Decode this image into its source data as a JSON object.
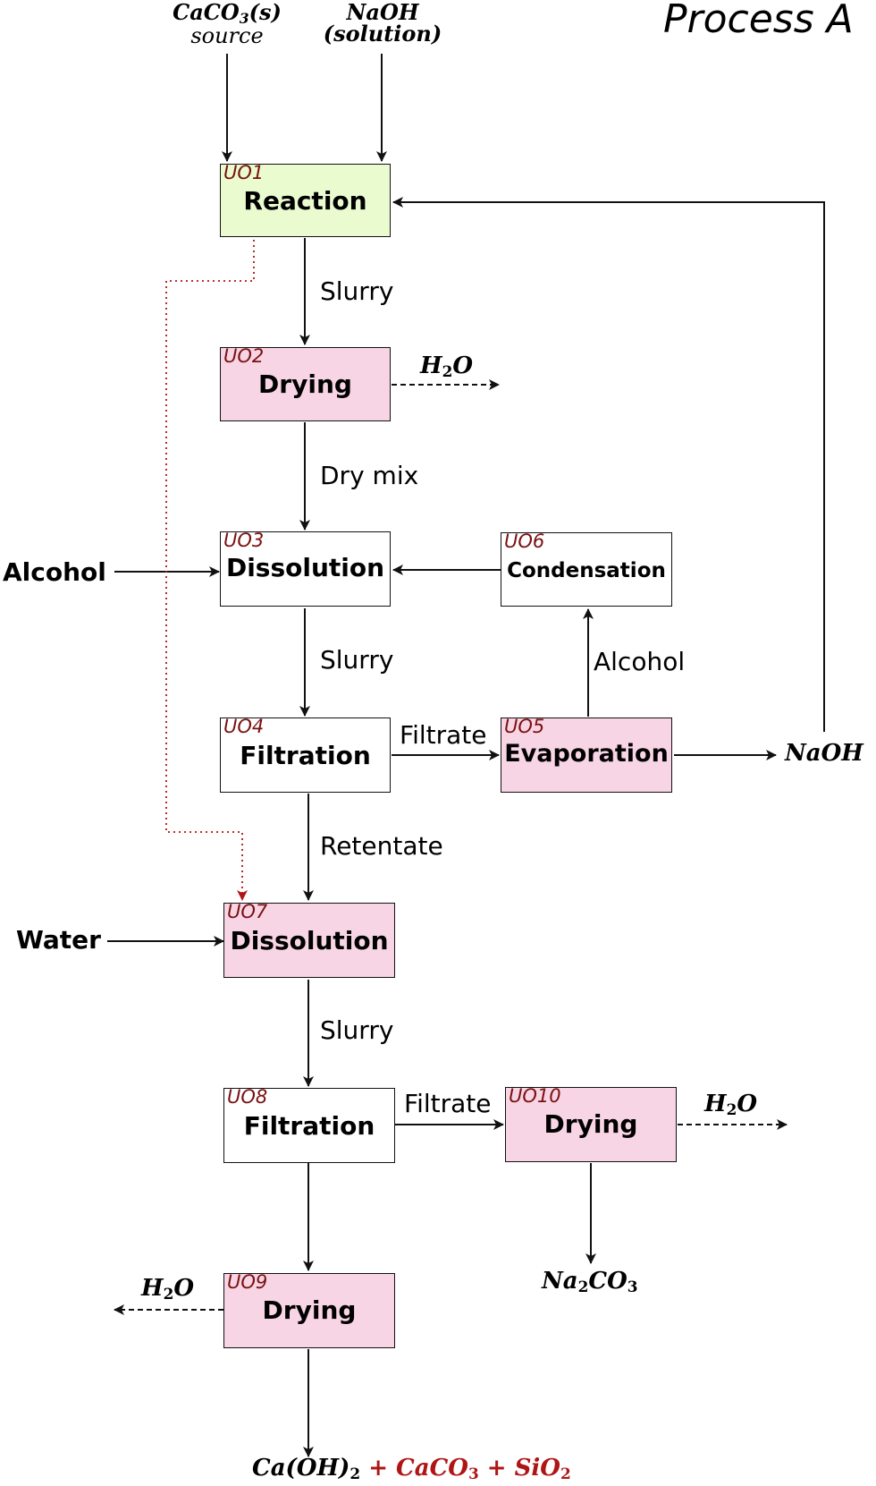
{
  "title": "Process A",
  "inputs": {
    "caco3_formula": "CaCO",
    "caco3_sub": "3",
    "caco3_state": "(s)",
    "caco3_note": "source",
    "naoh": "NaOH",
    "naoh_note": "(solution)"
  },
  "units": [
    {
      "id": "UO1",
      "name": "Reaction"
    },
    {
      "id": "UO2",
      "name": "Drying"
    },
    {
      "id": "UO3",
      "name": "Dissolution"
    },
    {
      "id": "UO4",
      "name": "Filtration"
    },
    {
      "id": "UO5",
      "name": "Evaporation"
    },
    {
      "id": "UO6",
      "name": "Condensation"
    },
    {
      "id": "UO7",
      "name": "Dissolution"
    },
    {
      "id": "UO8",
      "name": "Filtration"
    },
    {
      "id": "UO9",
      "name": "Drying"
    },
    {
      "id": "UO10",
      "name": "Drying"
    }
  ],
  "streams": {
    "slurry_1": "Slurry",
    "dry_mix": "Dry mix",
    "slurry_2": "Slurry",
    "filtrate_1": "Filtrate",
    "alcohol_recycle": "Alcohol",
    "retentate": "Retentate",
    "slurry_3": "Slurry",
    "filtrate_2": "Filtrate",
    "alcohol_in": "Alcohol",
    "water_in": "Water",
    "naoh_out": "NaOH"
  },
  "water_vapor": {
    "h": "H",
    "sub": "2",
    "o": "O"
  },
  "products": {
    "na2co3": {
      "a": "Na",
      "sub": "2",
      "b": "CO",
      "sub2": "3"
    },
    "final": {
      "caoh": "Ca(OH)",
      "caoh_sub": "2",
      "plus1": "+",
      "caco3": "CaCO",
      "caco3_sub": "3",
      "plus2": "+",
      "sio2": "SiO",
      "sio2_sub": "2"
    }
  },
  "colors": {
    "reaction_fill": "#eafbd0",
    "highlight_fill": "#f8d5e4",
    "uo_label": "#7a1010",
    "bypass_line": "#b01515"
  }
}
